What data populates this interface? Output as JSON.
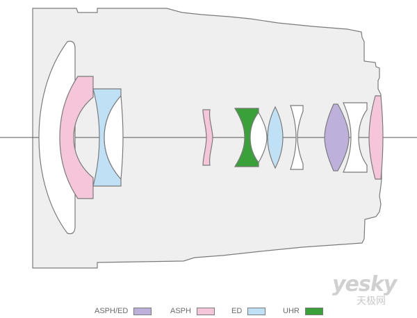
{
  "legend": [
    {
      "label": "ASPH/ED",
      "color": "#bdb0db"
    },
    {
      "label": "ASPH",
      "color": "#f5c6d9"
    },
    {
      "label": "ED",
      "color": "#bfe0f5"
    },
    {
      "label": "UHR",
      "color": "#3aa13a"
    }
  ],
  "watermark": {
    "text": "yesky",
    "subtext": "天极网"
  },
  "colors": {
    "barrel": "#efefef",
    "outline": "#7a7a7a",
    "plain_glass": "#ffffff"
  },
  "elements": [
    {
      "group": 1,
      "type": "plain"
    },
    {
      "group": 1,
      "type": "ASPH"
    },
    {
      "group": 1,
      "type": "ED"
    },
    {
      "group": 1,
      "type": "plain"
    },
    {
      "group": 2,
      "type": "ASPH"
    },
    {
      "group": 3,
      "type": "UHR"
    },
    {
      "group": 3,
      "type": "plain"
    },
    {
      "group": 3,
      "type": "ED"
    },
    {
      "group": 3,
      "type": "plain"
    },
    {
      "group": 4,
      "type": "ASPH/ED"
    },
    {
      "group": 4,
      "type": "plain"
    },
    {
      "group": 4,
      "type": "ASPH"
    }
  ]
}
